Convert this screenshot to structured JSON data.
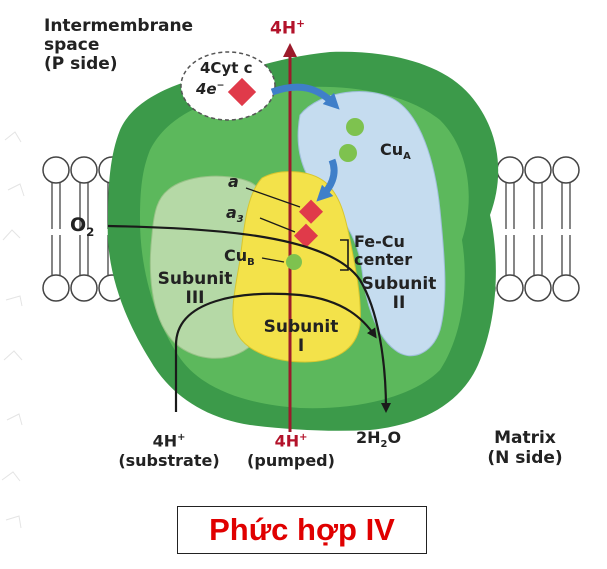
{
  "labels": {
    "p_side_line1": "Intermembrane",
    "p_side_line2": "space",
    "p_side_line3": "(P side)",
    "cytc_line1": "4Cyt c",
    "cytc_line2": "4e",
    "cytc_sup": "−",
    "top_proton": "4H",
    "top_proton_sup": "+",
    "cua": "Cu",
    "cua_sub": "A",
    "heme_a": "a",
    "heme_a3": "a",
    "heme_a3_sub": "3",
    "o2": "O",
    "o2_sub": "2",
    "cub": "Cu",
    "cub_sub": "B",
    "fecu_line1": "Fe-Cu",
    "fecu_line2": "center",
    "subunit3_line1": "Subunit",
    "subunit3_line2": "III",
    "subunit2_line1": "Subunit",
    "subunit2_line2": "II",
    "subunit1_line1": "Subunit",
    "subunit1_line2": "I",
    "substrate_h": "4H",
    "substrate_h_sup": "+",
    "substrate_text": "(substrate)",
    "pumped_h": "4H",
    "pumped_h_sup": "+",
    "pumped_text": "(pumped)",
    "water_pre": "2H",
    "water_sub": "2",
    "water_post": "O",
    "matrix_line1": "Matrix",
    "matrix_line2": "(N side)"
  },
  "caption": "Phức hợp IV",
  "colors": {
    "complex_dark": "#3c9a4a",
    "complex_mid": "#5cb85c",
    "subunit1": "#f3e24a",
    "subunit2": "#c5dcef",
    "subunit3": "#b5d9a6",
    "proton_arrow": "#9c1b2b",
    "heme": "#e03a4a",
    "copper": "#7ec24f",
    "caption_red": "#e00000"
  }
}
